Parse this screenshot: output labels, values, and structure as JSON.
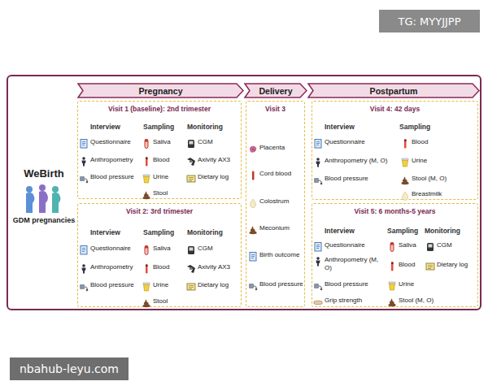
{
  "diagram": {
    "nodes": [
      {
        "text": [
          "WeBirth",
          "GDM pregnancies"
        ]
      },
      {
        "text": [
          "Pregnancy"
        ],
        "in": 0
      },
      {
        "text": [
          "Delivery"
        ],
        "in": 0
      },
      {
        "text": [
          "Postpartum"
        ],
        "in": 0
      },
      {
        "text": [
          "Visit 1 (baseline): 2nd trimester",
          "Interview",
          "Sampling",
          "Monitoring",
          "Questionnaire",
          "Anthropometry",
          "Blood pressure",
          "Saliva",
          "Blood",
          "Urine",
          "Stool",
          "CGM",
          "Axivity AX3",
          "Dietary log"
        ],
        "in": 0
      },
      {
        "text": [
          "Visit 2: 3rd trimester",
          "Interview",
          "Sampling",
          "Monitoring",
          "Questionnaire",
          "Anthropometry",
          "Blood pressure",
          "Saliva",
          "Blood",
          "Urine",
          "Stool",
          "CGM",
          "Axivity AX3",
          "Dietary log"
        ],
        "in": 0
      },
      {
        "text": [
          "Visit 3",
          "Placenta",
          "Cord blood",
          "Colostrum",
          "Meconium",
          "Birth outcome",
          "Blood pressure"
        ],
        "in": 0
      },
      {
        "text": [
          "Visit 4: 42 days",
          "Interview",
          "Sampling",
          "Questionnaire",
          "Anthropometry (M, O)",
          "Blood pressure",
          "Blood",
          "Urine",
          "Stool (M, O)",
          "Breastmilk"
        ],
        "in": 0
      },
      {
        "text": [
          "Visit 5: 6 months-5 years",
          "Interview",
          "Sampling",
          "Monitoring",
          "Questionnaire",
          "Anthropometry (M, O)",
          "Blood pressure",
          "Grip strength",
          "Saliva",
          "Blood",
          "Urine",
          "Stool (M, O)",
          "CGM",
          "Dietary log"
        ],
        "in": 0
      }
    ],
    "edges": [],
    "labels": [
      "TG: MYYJJPP",
      "nbahub-leyu.com"
    ]
  }
}
